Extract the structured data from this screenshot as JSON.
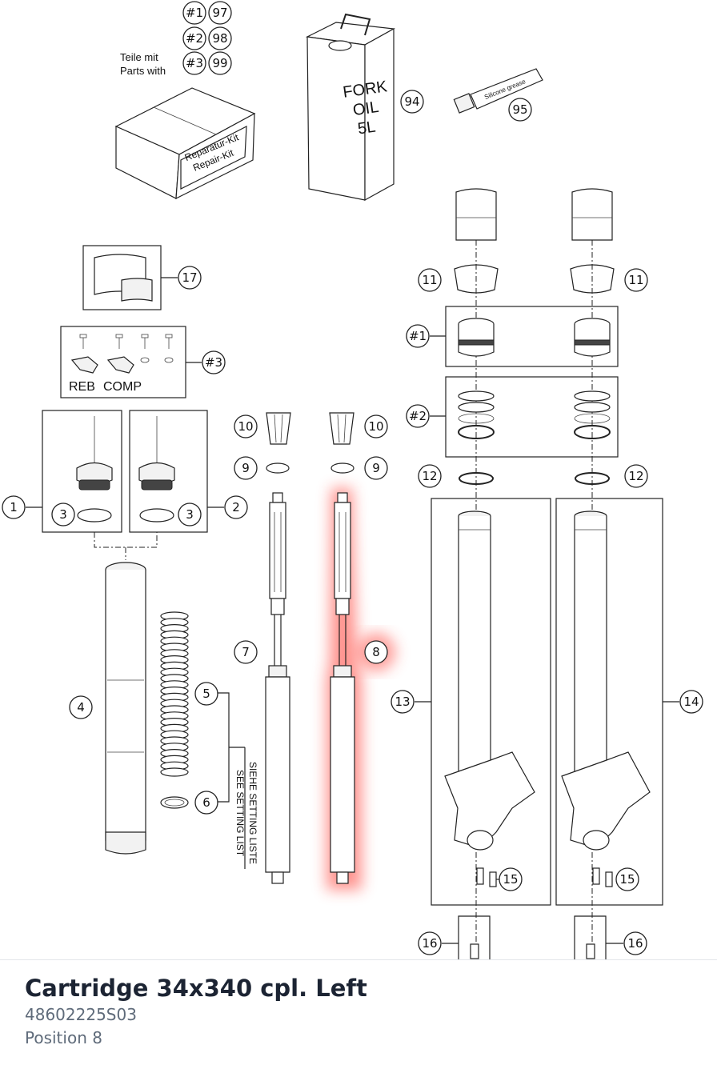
{
  "diagram": {
    "kit_label_de": "Teile mit",
    "kit_label_en": "Parts with",
    "box_text_de": "Reparatur-Kit",
    "box_text_en": "Repair-Kit",
    "can_text_1": "FORK",
    "can_text_2": "OIL",
    "can_text_3": "5L",
    "tube_text": "Silicone grease",
    "reb_label": "REB",
    "comp_label": "COMP",
    "setting_de": "SIEHE SETTING LISTE",
    "setting_en": "SEE SETTING LIST",
    "callouts": {
      "k1": "#1",
      "k2": "#2",
      "k3": "#3",
      "p97": "97",
      "p98": "98",
      "p99": "99",
      "p94": "94",
      "p95": "95",
      "p1": "1",
      "p2": "2",
      "p3": "3",
      "p4": "4",
      "p5": "5",
      "p6": "6",
      "p7": "7",
      "p8": "8",
      "p9": "9",
      "p10": "10",
      "p11": "11",
      "p12": "12",
      "p13": "13",
      "p14": "14",
      "p15": "15",
      "p16": "16",
      "p17": "17"
    },
    "highlight_color": "#ff3b30"
  },
  "part": {
    "name": "Cartridge 34x340 cpl. Left",
    "number": "48602225S03",
    "position": "Position 8"
  }
}
